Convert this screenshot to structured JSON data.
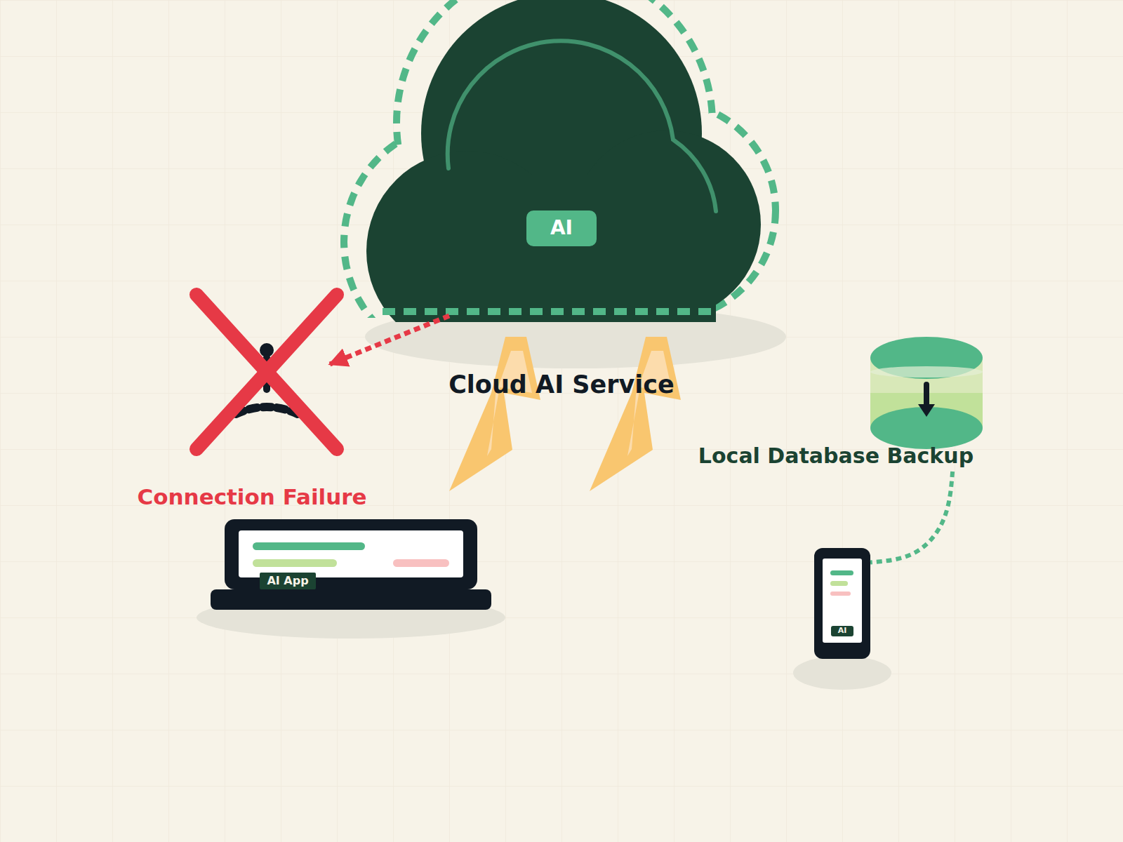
{
  "diagram": {
    "nodes": [
      {
        "text": [
          "Cloud AI Service"
        ]
      },
      {
        "text": [
          "AI"
        ],
        "in": 0
      },
      {
        "text": [
          "Connection Failure"
        ]
      },
      {
        "text": [
          "Local Database Backup"
        ]
      },
      {
        "text": [
          "AI App"
        ]
      },
      {
        "text": [
          "AI"
        ]
      }
    ],
    "edges": [
      {
        "from": 0,
        "to": 2,
        "arrow": "to"
      },
      {
        "from": 3,
        "to": 5,
        "arrow": "none"
      }
    ]
  }
}
